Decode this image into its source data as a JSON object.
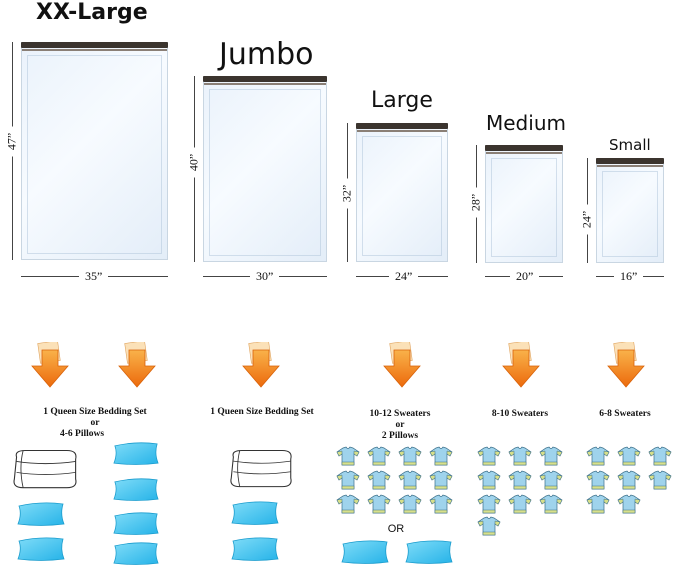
{
  "sizes": [
    {
      "name": "XX-Large",
      "height": "47”",
      "width": "35”"
    },
    {
      "name": "Jumbo",
      "height": "40”",
      "width": "30”"
    },
    {
      "name": "Large",
      "height": "32”",
      "width": "24”"
    },
    {
      "name": "Medium",
      "height": "28”",
      "width": "20”"
    },
    {
      "name": "Small",
      "height": "24”",
      "width": "16”"
    }
  ],
  "captions": {
    "xxl_line1": "1 Queen Size Bedding Set",
    "xxl_or": "or",
    "xxl_line2": "4-6 Pillows",
    "jumbo": "1 Queen Size Bedding Set",
    "large_line1": "10-12 Sweaters",
    "large_or": "or",
    "large_line2": "2 Pillows",
    "medium": "8-10 Sweaters",
    "small": "6-8 Sweaters",
    "large_or_big": "OR"
  },
  "colors": {
    "arrow_orange": "#f07d16",
    "pillow_blue": "#4cc7f0",
    "sweater_blue": "#9fd3ec",
    "sweater_yellow": "#d8e08a",
    "zipper": "#3b342e"
  },
  "icons": [
    "down-arrow-icon",
    "comforter-icon",
    "pillow-icon",
    "sweater-icon"
  ]
}
